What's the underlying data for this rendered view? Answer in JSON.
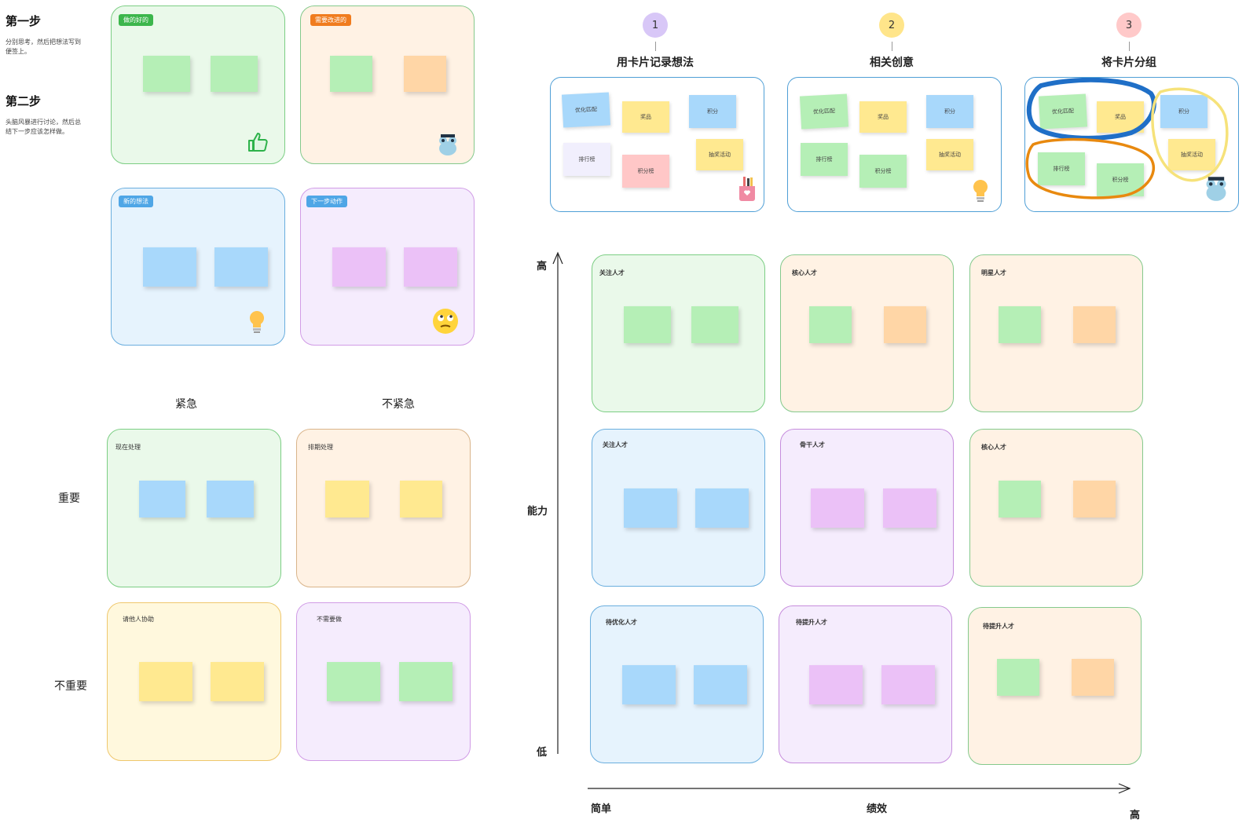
{
  "steps": {
    "step1_title": "第一步",
    "step1_desc": "分别思考，然后把想法写到便签上。",
    "step2_title": "第二步",
    "step2_desc": "头脑风暴进行讨论，然后总结下一步应该怎样做。"
  },
  "retro": {
    "good_tag": "做的好的",
    "improve_tag": "需要改进的",
    "newidea_tag": "新的想法",
    "nextstep_tag": "下一步动作"
  },
  "eisenhower": {
    "col_urgent": "紧急",
    "col_not_urgent": "不紧急",
    "row_important": "重要",
    "row_not_important": "不重要",
    "q_now": "现在处理",
    "q_schedule": "排期处理",
    "q_delegate": "请他人协助",
    "q_skip": "不需要做"
  },
  "affinity": {
    "step1_num": "1",
    "step1_title": "用卡片记录想法",
    "step2_num": "2",
    "step2_title": "相关创意",
    "step3_num": "3",
    "step3_title": "将卡片分组",
    "cards": {
      "match": "优化匹配",
      "prize": "奖品",
      "points": "积分",
      "rank": "排行榜",
      "lottery": "抽奖活动",
      "leaderboard": "积分榜"
    }
  },
  "talent": {
    "y_high": "高",
    "y_label": "能力",
    "y_low": "低",
    "x_low": "简单",
    "x_label": "绩效",
    "x_high": "高",
    "cells": {
      "r1c1": "关注人才",
      "r1c2": "核心人才",
      "r1c3": "明星人才",
      "r2c1": "关注人才",
      "r2c2": "骨干人才",
      "r2c3": "核心人才",
      "r3c1": "待优化人才",
      "r3c2": "待提升人才",
      "r3c3": "待提升人才"
    }
  },
  "colors": {
    "tag_green": "#3cb64c",
    "tag_orange": "#f07c1e",
    "tag_blue": "#4fa6e6",
    "circle1": "#d8c7f7",
    "circle2": "#ffe58a",
    "circle3": "#ffc9c9",
    "group_blue": "#1f6fc7",
    "group_orange": "#e8890f",
    "group_yellow": "#f6e27a"
  },
  "icons": [
    "thumbs-up-icon",
    "frog-icon",
    "lightbulb-icon",
    "eyeroll-emoji-icon",
    "pencil-cup-icon"
  ]
}
